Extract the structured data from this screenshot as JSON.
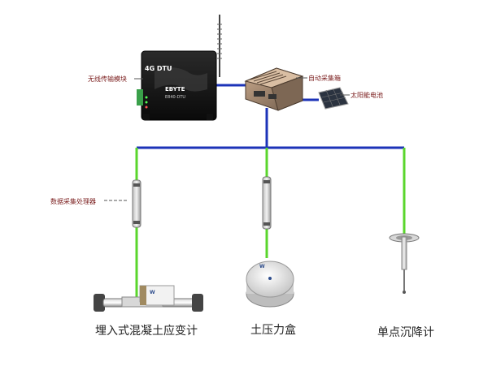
{
  "components": {
    "dtu": {
      "label": "无线传输模块",
      "model": "4G DTU",
      "brand": "EBYTE",
      "sub": "E840-DTU"
    },
    "collector": {
      "label": "自动采集箱"
    },
    "solar": {
      "label": "太阳能电池"
    },
    "processor": {
      "label": "数据采集处理器"
    },
    "strain": {
      "label": "埋入式混凝土应变计"
    },
    "pressure": {
      "label": "土压力盒"
    },
    "settlement": {
      "label": "单点沉降计"
    }
  },
  "colors": {
    "bus": "#1c33b8",
    "cable": "#5ad62c",
    "label_red": "#7a1c1c"
  }
}
